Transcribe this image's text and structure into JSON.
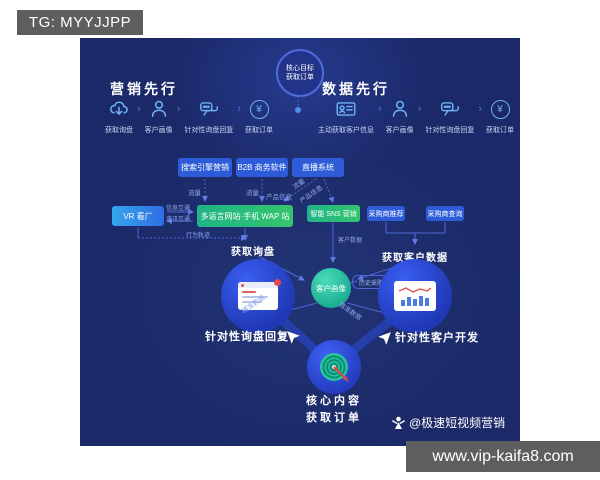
{
  "badge": {
    "label": "TG: MYYJJPP"
  },
  "url_bar": {
    "label": "www.vip-kaifa8.com"
  },
  "credit": {
    "label": "@极速短视频营销"
  },
  "glyphs": {
    "chevron": "›",
    "yen": "¥"
  },
  "goal_circle": {
    "line1": "核心目标",
    "line2": "获取订单"
  },
  "marketing_flow": {
    "title": "营销先行",
    "steps": [
      {
        "icon": "cloud-download-icon",
        "label": "获取询盘"
      },
      {
        "icon": "user-icon",
        "label": "客户画像"
      },
      {
        "icon": "chat-icon",
        "label": "针对性询盘回复"
      },
      {
        "icon": "yen-icon",
        "label": "获取订单"
      }
    ]
  },
  "data_flow": {
    "title": "数据先行",
    "steps": [
      {
        "icon": "id-card-icon",
        "label": "主动获取客户信息"
      },
      {
        "icon": "user-icon",
        "label": "客户画像"
      },
      {
        "icon": "chat-icon",
        "label": "针对性询盘回复"
      },
      {
        "icon": "yen-icon",
        "label": "获取订单"
      }
    ]
  },
  "source_boxes": [
    {
      "label": "搜索引擎营销"
    },
    {
      "label": "B2B 商务软件"
    },
    {
      "label": "直播系统"
    }
  ],
  "channel_boxes": [
    {
      "label": "VR 看厂"
    },
    {
      "label": "多语言网站·手机 WAP 站"
    },
    {
      "label": "智能 SNS 营销"
    },
    {
      "label": "采购商推荐"
    },
    {
      "label": "采购商查询"
    }
  ],
  "edge_labels": {
    "traffic1": "流量",
    "traffic2": "流量",
    "product_info1": "产品信息",
    "traffic3": "流量",
    "product_info2": "产品信息",
    "info_exchange": "信息互通",
    "news_exchange": "资讯互通",
    "behavior": "行为轨迹",
    "customer_data": "客户数据",
    "precise_left": "精准数据",
    "precise_right": "精准数据",
    "history": "历史采购数据"
  },
  "milestones": {
    "inquiry": "获取询盘",
    "customer_data": "获取客户数据"
  },
  "persona_circle": {
    "label": "客户画像"
  },
  "actions": {
    "left": "针对性询盘回复",
    "right": "针对性客户开发"
  },
  "core": {
    "line1": "核心内容",
    "line2": "获取订单"
  }
}
